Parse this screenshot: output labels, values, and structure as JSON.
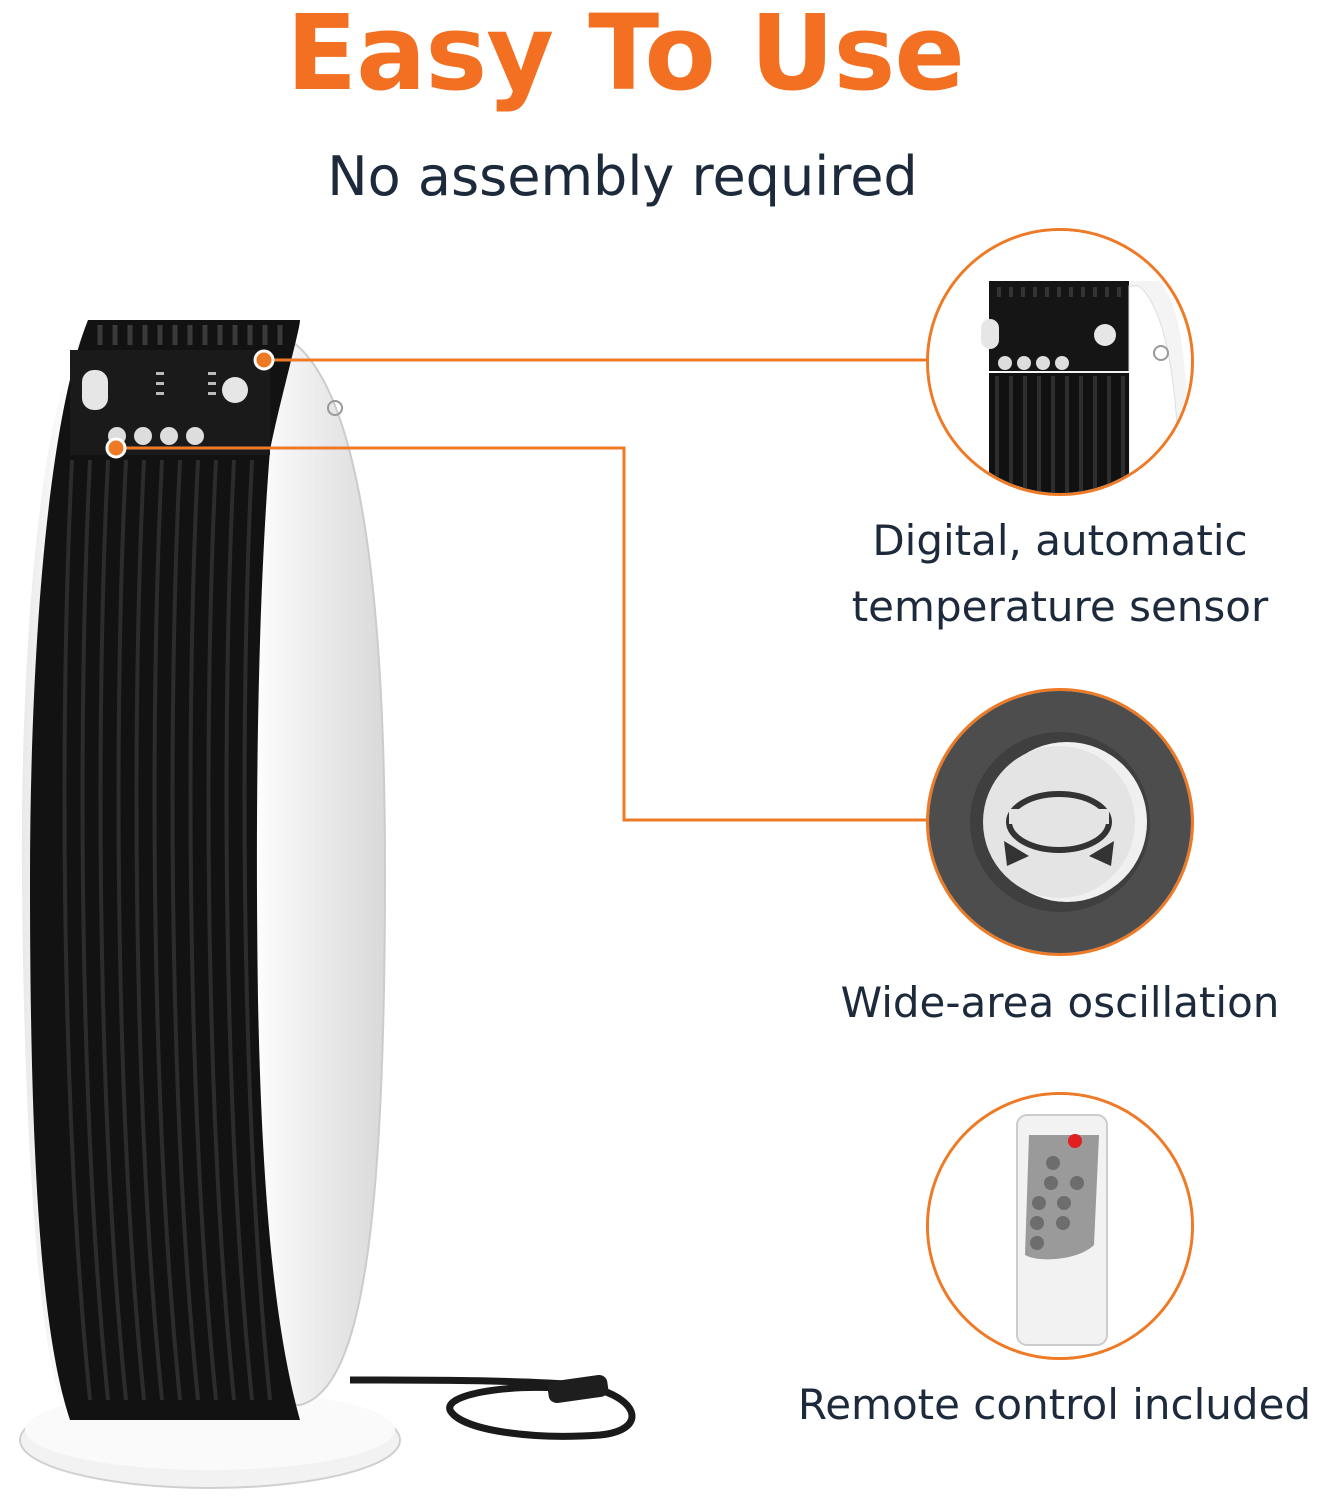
{
  "header": {
    "title": "Easy To Use",
    "subtitle": "No assembly required"
  },
  "features": [
    {
      "caption_line1": "Digital, automatic",
      "caption_line2": "temperature sensor",
      "icon": "control-panel-closeup"
    },
    {
      "caption": "Wide-area oscillation",
      "icon": "oscillation-button"
    },
    {
      "caption": "Remote control included",
      "icon": "remote-control"
    }
  ],
  "colors": {
    "accent": "#f36f21",
    "text": "#1d2a3b",
    "heater_body": "#ffffff",
    "heater_grille": "#111111"
  }
}
